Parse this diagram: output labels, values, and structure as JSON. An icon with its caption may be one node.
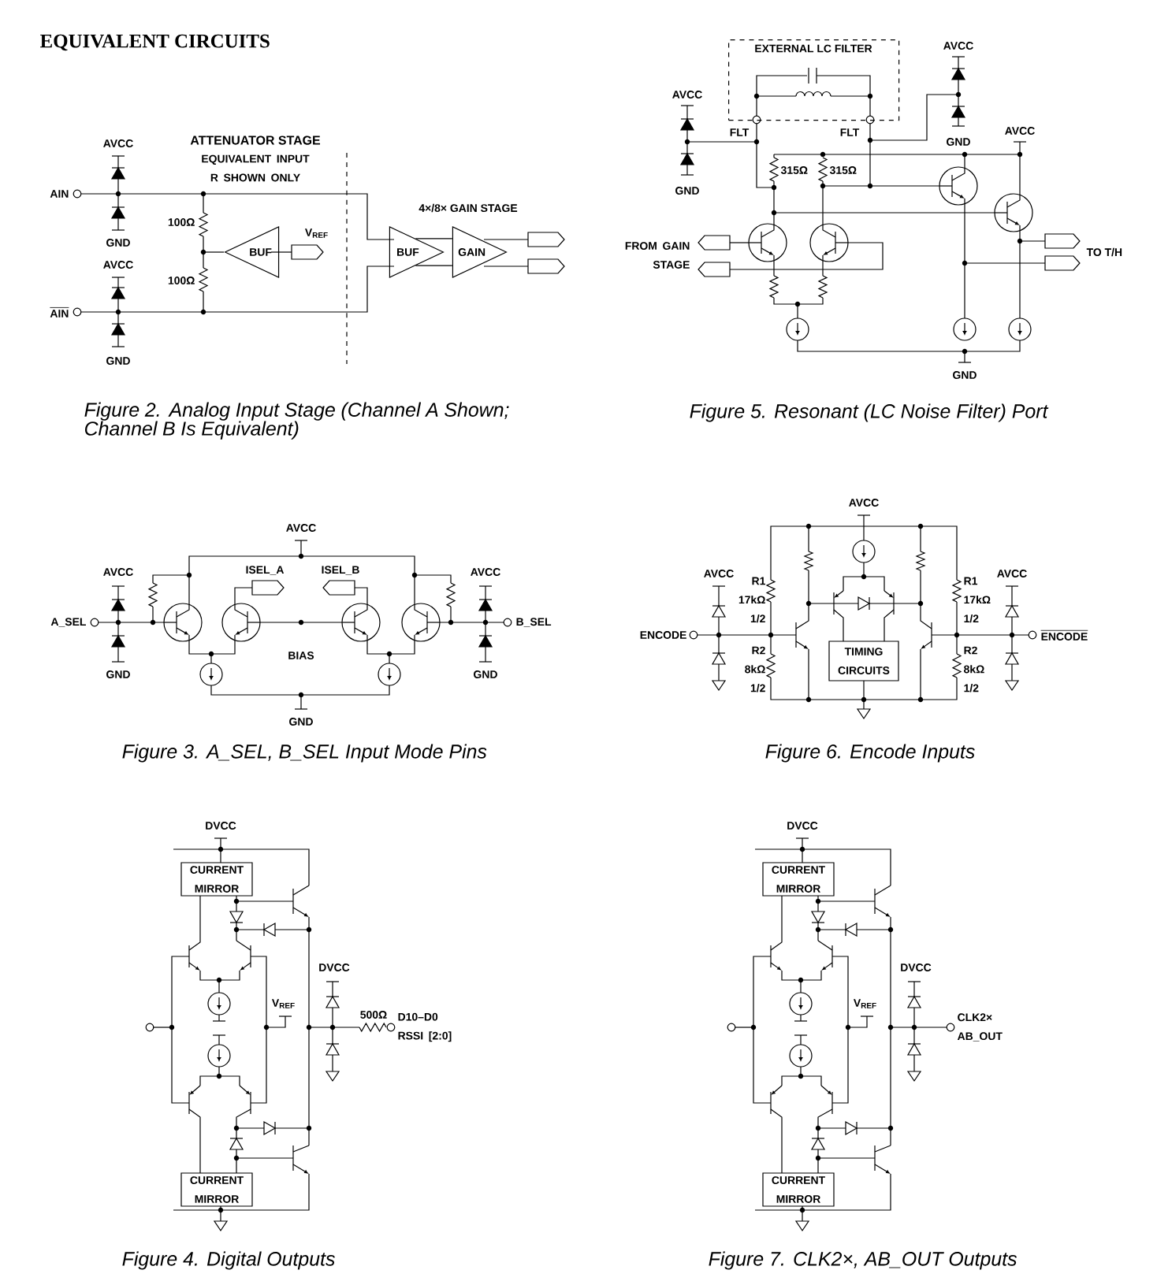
{
  "diagram": {
    "title": "EQUIVALENT CIRCUITS",
    "nodes": [
      {
        "text": [
          "BUF"
        ]
      },
      {
        "text": [
          "BUF"
        ]
      },
      {
        "text": [
          "GAIN"
        ]
      },
      {
        "text": [
          "EXTERNAL LC FILTER"
        ]
      },
      {
        "text": [
          "TIMING CIRCUITS"
        ]
      },
      {
        "text": [
          "CURRENT MIRROR"
        ]
      },
      {
        "text": [
          "CURRENT MIRROR"
        ]
      },
      {
        "text": [
          "CURRENT MIRROR"
        ]
      },
      {
        "text": [
          "CURRENT MIRROR"
        ]
      }
    ],
    "edges": [
      {
        "from": 1,
        "to": 2,
        "arrow": "none"
      },
      {
        "from": 1,
        "to": 2,
        "arrow": "none"
      }
    ],
    "labels": [
      "AVCC",
      "AIN",
      "GND",
      "AVCC",
      "AIN",
      "GND",
      "ATTENUATOR STAGE",
      "EQUIVALENT INPUT R SHOWN ONLY",
      "100Ω",
      "100Ω",
      "V$_{REF}$",
      "4×/8× GAIN STAGE",
      "Figure 2. Analog Input Stage (Channel A Shown; Channel B Is Equivalent)",
      "AVCC",
      "GND",
      "FLT",
      "FLT",
      "AVCC",
      "GND",
      "AVCC",
      "315Ω",
      "315Ω",
      "FROM GAIN STAGE",
      "TO T/H",
      "GND",
      "Figure 5. Resonant (LC Noise Filter) Port",
      "AVCC",
      "AVCC",
      "ISEL_A",
      "ISEL_B",
      "AVCC",
      "A_SEL",
      "B_SEL",
      "BIAS",
      "GND",
      "GND",
      "GND",
      "Figure 3. A_SEL, B_SEL Input Mode Pins",
      "AVCC",
      "AVCC",
      "R1 17kΩ 1/2",
      "R1 17kΩ 1/2",
      "AVCC",
      "ENCODE",
      "ENCODE",
      "R2 8kΩ 1/2",
      "R2 8kΩ 1/2",
      "Figure 6. Encode Inputs",
      "DVCC",
      "V$_{REF}$",
      "DVCC",
      "500Ω",
      "D10–D0 RSSI [2:0]",
      "Figure 4. Digital Outputs",
      "DVCC",
      "V$_{REF}$",
      "DVCC",
      "CLK2× AB_OUT",
      "Figure 7. CLK2×, AB_OUT Outputs"
    ]
  }
}
